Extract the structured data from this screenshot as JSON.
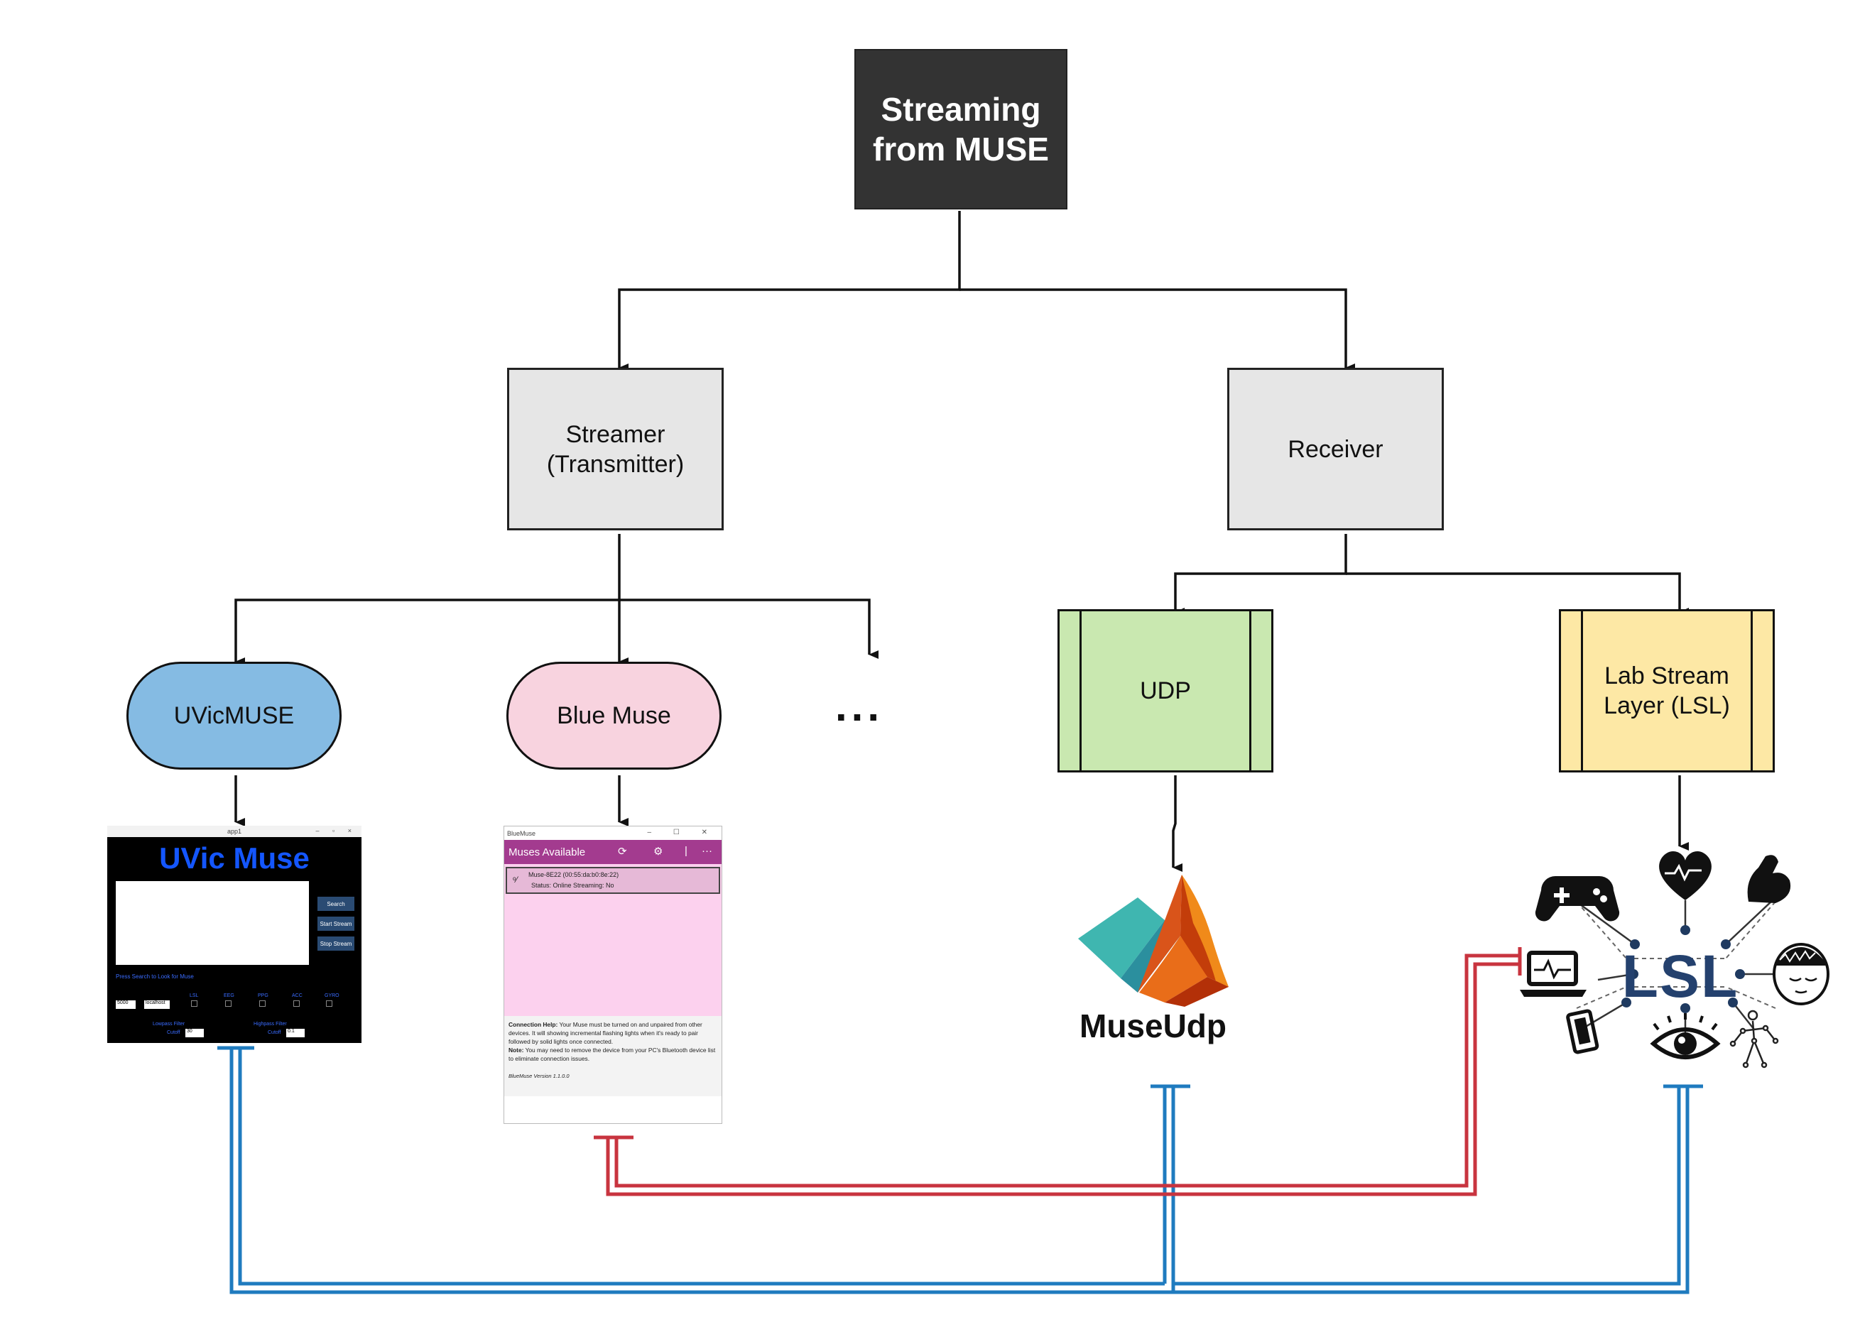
{
  "diagram": {
    "root": "Streaming\nfrom MUSE",
    "streamer": "Streamer\n(Transmitter)",
    "receiver": "Receiver",
    "uvicmuse": "UVicMUSE",
    "bluemuse": "Blue Muse",
    "ellipsis": "...",
    "udp": "UDP",
    "lsl": "Lab Stream\nLayer (LSL)",
    "museudp_caption": "MuseUdp",
    "lsl_logo_text": "LSL"
  },
  "uvic_app": {
    "window_title": "app1",
    "window_controls": "– ▫ ×",
    "title": "UVic Muse",
    "buttons": [
      "Search",
      "Start Stream",
      "Stop Stream"
    ],
    "hint": "Press Search to Look for Muse",
    "port_value": "5000",
    "host_value": "localhost",
    "channels": [
      "LSL",
      "EEG",
      "PPG",
      "ACC",
      "GYRO"
    ],
    "lowpass_label": "Lowpass Filter",
    "highpass_label": "Highpass Filter",
    "cutoff_label": "Cutoff",
    "lowpass_value": "30",
    "highpass_value": "0.1"
  },
  "bluemuse_app": {
    "window_title": "BlueMuse",
    "window_controls": "– ☐ ✕",
    "header": "Muses Available",
    "header_icons": [
      "refresh-icon",
      "gear-icon",
      "divider",
      "more-icon"
    ],
    "device_name": "Muse-8E22 (00:55:da:b0:8e:22)",
    "device_status": "Status: Online  Streaming: No",
    "help_title": "Connection Help:",
    "help_text": " Your Muse must be turned on and unpaired from other devices. It will showing incremental flashing lights when it's ready to pair followed by solid lights once connected.",
    "note_title": "Note:",
    "note_text": " You may need to remove the device from your PC's Bluetooth device list to eliminate connection issues.",
    "version": "BlueMuse Version 1.1.0.0"
  },
  "colors": {
    "root_bg": "#333333",
    "grey_box": "#e6e6e6",
    "uvic_fill": "#85bbe3",
    "bluemuse_fill": "#f8d3df",
    "udp_fill": "#c9e8b0",
    "lsl_fill": "#fde8a5",
    "blue_link": "#1f7bbf",
    "red_link": "#c8343f"
  }
}
